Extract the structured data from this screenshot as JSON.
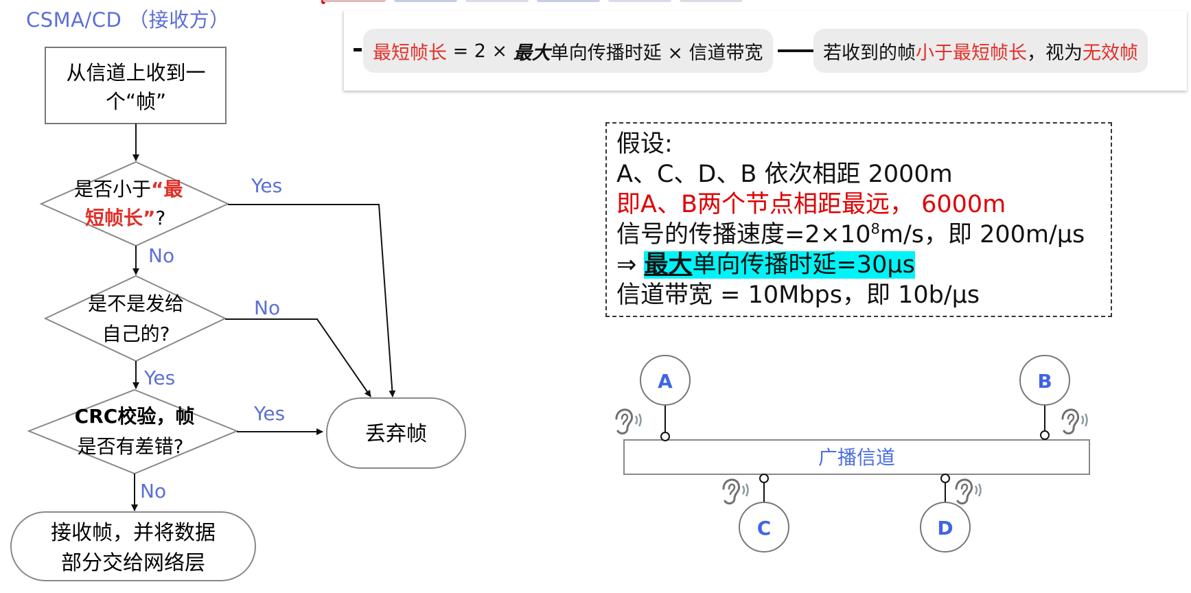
{
  "title": "CSMA/CD （接收方）",
  "formula_card": {
    "pill1": {
      "term": "最短帧长",
      "eq_prefix": " = 2 × ",
      "emph": "最大",
      "eq_suffix": "单向传播时延 × 信道带宽"
    },
    "pill2": {
      "prefix": "若收到的帧",
      "red1": "小于最短帧长",
      "middle": "，视为",
      "red2": "无效帧"
    }
  },
  "flowchart": {
    "start": [
      "从信道上收到一",
      "个“帧”"
    ],
    "decision1": {
      "line1_black": "是否小于",
      "line1_red": "“最",
      "line2_red": "短帧长”",
      "line2_black": "?",
      "yes_label": "Yes",
      "no_label": "No"
    },
    "decision2": {
      "line1": "是不是发给",
      "line2": "自己的?",
      "no_label": "No",
      "yes_label": "Yes"
    },
    "decision3": {
      "line1": "CRC校验，帧",
      "line2": "是否有差错?",
      "yes_label": "Yes",
      "no_label": "No"
    },
    "discard": "丢弃帧",
    "accept": [
      "接收帧，并将数据",
      "部分交给网络层"
    ]
  },
  "assumptions": {
    "l1": "假设:",
    "l2": "A、C、D、B 依次相距 2000m",
    "l3": "即A、B两个节点相距最远，  6000m",
    "l4_a": "信号的传播速度=2×10",
    "l4_sup": "8",
    "l4_b": "m/s，即 200m/μs",
    "l5_arrow": "⇒ ",
    "l5_bold": "最大",
    "l5_rest": "单向传播时延=30μs",
    "l6": "信道带宽 = 10Mbps，即 10b/μs"
  },
  "bus": {
    "label": "广播信道",
    "nodes": [
      "A",
      "B",
      "C",
      "D"
    ]
  },
  "colors": {
    "label_blue": "#5b6fd6",
    "node_blue": "#3f64e6",
    "red": "#e0302a",
    "highlight": "#00f3f6"
  }
}
